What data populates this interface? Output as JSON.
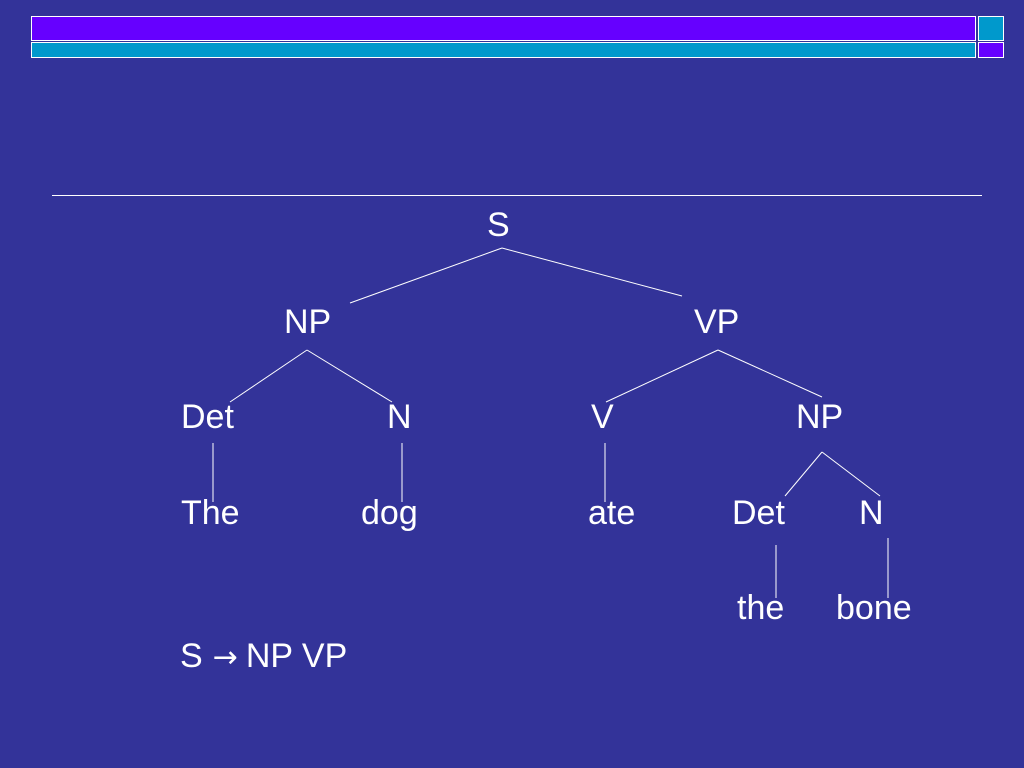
{
  "colors": {
    "background": "#333399",
    "bar_purple": "#6600ff",
    "bar_blue": "#0099cc",
    "line": "#ffffff"
  },
  "tree": {
    "nodes": {
      "s": "S",
      "np": "NP",
      "vp": "VP",
      "det1": "Det",
      "n1": "N",
      "v": "V",
      "np2": "NP",
      "the1": "The",
      "dog": "dog",
      "ate": "ate",
      "det2": "Det",
      "n2": "N",
      "the2": "the",
      "bone": "bone"
    }
  },
  "rule": {
    "lhs": "S",
    "arrow": "→",
    "rhs": "NP VP"
  }
}
